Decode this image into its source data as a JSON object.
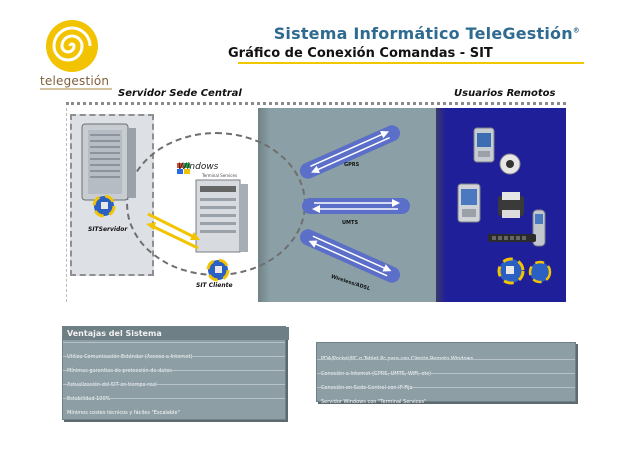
{
  "header": {
    "logo_text": "telegestión",
    "app_title": "Sistema Informático TeleGestión",
    "registered_mark": "®",
    "subtitle": "Gráfico de Conexión Comandas - SIT"
  },
  "sections": {
    "left_label": "Servidor Sede Central",
    "right_label": "Usuarios Remotos"
  },
  "diagram": {
    "windows_label": "Windows",
    "windows_sub": "Terminal Services",
    "server_label": "SITServidor",
    "client_label": "SIT Cliente",
    "links": [
      "GPRS",
      "UMTS",
      "Wireless/ADSL"
    ]
  },
  "box_left": {
    "title": "Ventajas del Sistema",
    "lines": [
      "Utiliza Comunicación Estándar (Acceso a Internet)",
      "Mínimas garantías de protección de datos",
      "Actualización del SIT en tiempo real",
      "Estabilidad 100%",
      "Mínimos costes técnicos y fáciles \"Escalable\""
    ]
  },
  "box_right": {
    "lines": [
      "PDA/Pocket/PC o Tablet Pc para uso Cliente Remoto Windows",
      "Conexión a Internet (GPRS, UMTS, WiFi, etc)",
      "Conexión en Sede Central con IP Fija",
      "Servidor Windows con \"Terminal Services\""
    ]
  },
  "colors": {
    "title_blue": "#2f6b90",
    "rule_yellow": "#f0c800",
    "panel_mid": "#8aa0a6",
    "panel_right": "#1f1f9a",
    "box_bg": "#8d9ea5"
  }
}
